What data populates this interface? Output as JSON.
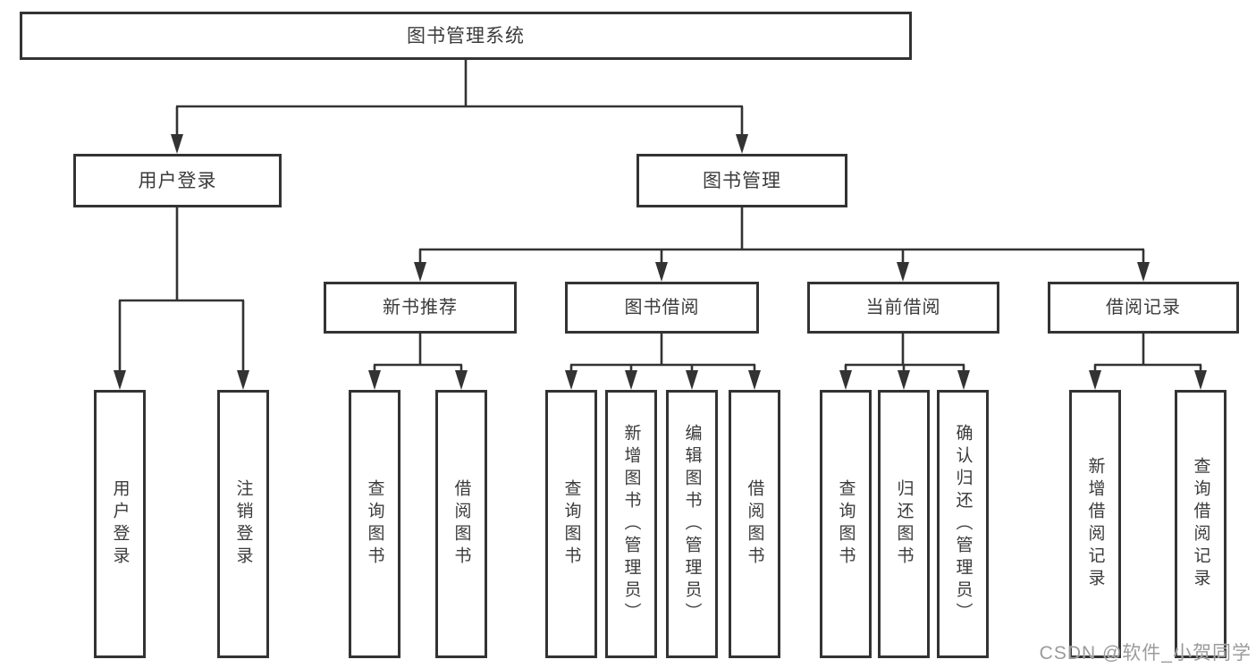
{
  "diagram_title": "图书管理系统",
  "watermark": "CSDN @软件_小贺同学",
  "colors": {
    "line": "#333333",
    "box_border": "#333333",
    "text": "#3b3b3b",
    "background": "#ffffff",
    "watermark": "#9b9b9b"
  },
  "nodes": {
    "root": {
      "label": "图书管理系统"
    },
    "level2": [
      {
        "label": "用户登录",
        "parent": "图书管理系统"
      },
      {
        "label": "图书管理",
        "parent": "图书管理系统"
      }
    ],
    "level3": [
      {
        "label": "新书推荐",
        "parent": "图书管理"
      },
      {
        "label": "图书借阅",
        "parent": "图书管理"
      },
      {
        "label": "当前借阅",
        "parent": "图书管理"
      },
      {
        "label": "借阅记录",
        "parent": "图书管理"
      }
    ],
    "leaves": [
      {
        "label": "用户登录",
        "parent": "用户登录"
      },
      {
        "label": "注销登录",
        "parent": "用户登录"
      },
      {
        "label": "查询图书",
        "parent": "新书推荐"
      },
      {
        "label": "借阅图书",
        "parent": "新书推荐"
      },
      {
        "label": "查询图书",
        "parent": "图书借阅"
      },
      {
        "label": "新增图书（管理员）",
        "parent": "图书借阅"
      },
      {
        "label": "编辑图书（管理员）",
        "parent": "图书借阅"
      },
      {
        "label": "借阅图书",
        "parent": "图书借阅"
      },
      {
        "label": "查询图书",
        "parent": "当前借阅"
      },
      {
        "label": "归还图书",
        "parent": "当前借阅"
      },
      {
        "label": "确认归还（管理员）",
        "parent": "当前借阅"
      },
      {
        "label": "新增借阅记录",
        "parent": "借阅记录"
      },
      {
        "label": "查询借阅记录",
        "parent": "借阅记录"
      }
    ]
  }
}
